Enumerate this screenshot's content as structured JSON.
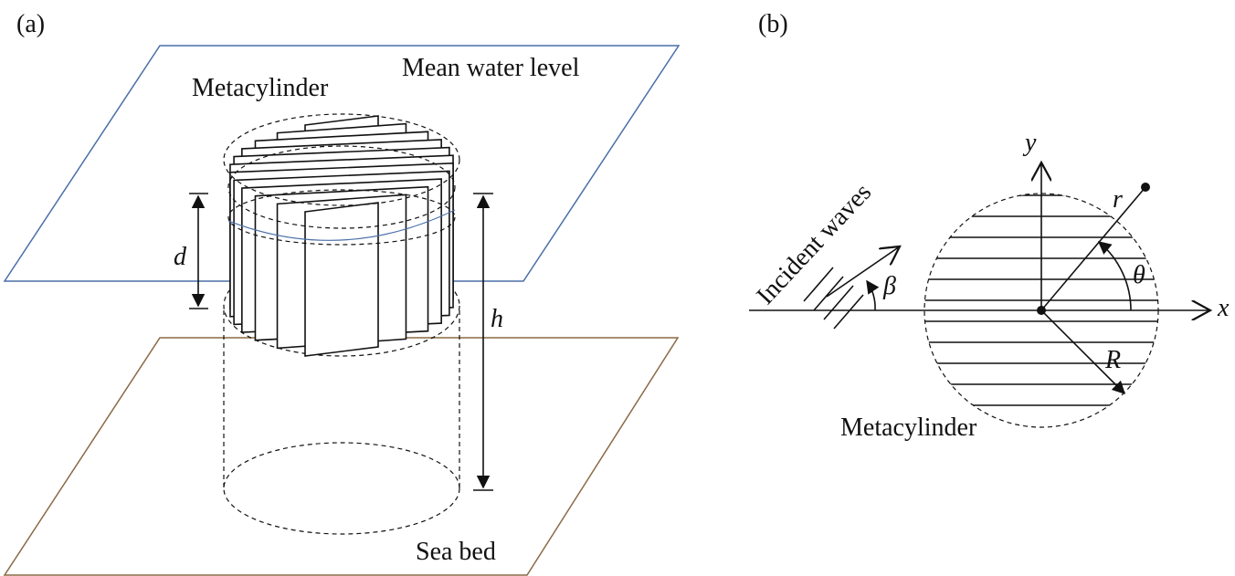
{
  "panel_a": {
    "tag": "(a)",
    "metacylinder_label": "Metacylinder",
    "water_level_label": "Mean water level",
    "seabed_label": "Sea bed",
    "d_label": "d",
    "h_label": "h"
  },
  "panel_b": {
    "tag": "(b)",
    "incident_label": "Incident waves",
    "metacylinder_label": "Metacylinder",
    "x_label": "x",
    "y_label": "y",
    "r_label": "r",
    "R_label": "R",
    "theta_label": "θ",
    "beta_label": "β"
  },
  "colors": {
    "water_plane": "#4a6fa8",
    "seabed_plane": "#8a6a45",
    "ink": "#111111"
  }
}
